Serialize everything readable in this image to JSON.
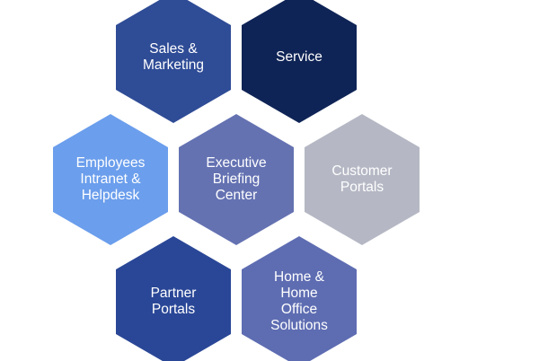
{
  "hexagons": [
    {
      "id": "sales-marketing",
      "lines": [
        "Sales &",
        "Marketing"
      ],
      "color": "#2F4C96"
    },
    {
      "id": "service",
      "lines": [
        "Service"
      ],
      "color": "#0F2456"
    },
    {
      "id": "employees-intranet",
      "lines": [
        "Employees",
        "Intranet &",
        "Helpdesk"
      ],
      "color": "#6B9EEC"
    },
    {
      "id": "executive-briefing",
      "lines": [
        "Executive",
        "Briefing",
        "Center"
      ],
      "color": "#6472B2"
    },
    {
      "id": "customer-portals",
      "lines": [
        "Customer",
        "Portals"
      ],
      "color": "#B5B8C4"
    },
    {
      "id": "partner-portals",
      "lines": [
        "Partner",
        "Portals"
      ],
      "color": "#2A4797"
    },
    {
      "id": "home-office",
      "lines": [
        "Home &",
        "Home",
        "Office",
        "Solutions"
      ],
      "color": "#5E6DB2"
    }
  ]
}
